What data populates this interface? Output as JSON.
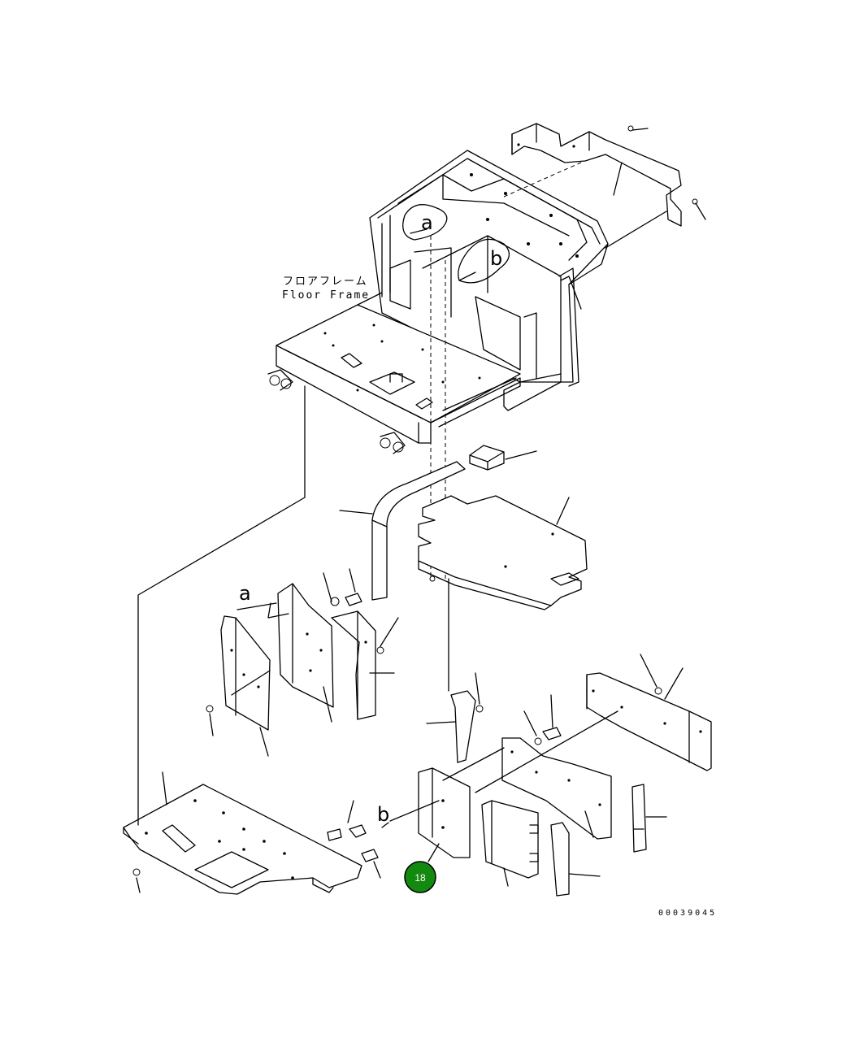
{
  "labels": {
    "frame_jp": "フロアフレーム",
    "frame_en": "Floor Frame",
    "view_a": "a",
    "view_b": "b",
    "view_a_detail": "a",
    "view_b_detail": "b"
  },
  "callout": {
    "number": "18",
    "color": "#138a0f"
  },
  "document_id": "00039045"
}
